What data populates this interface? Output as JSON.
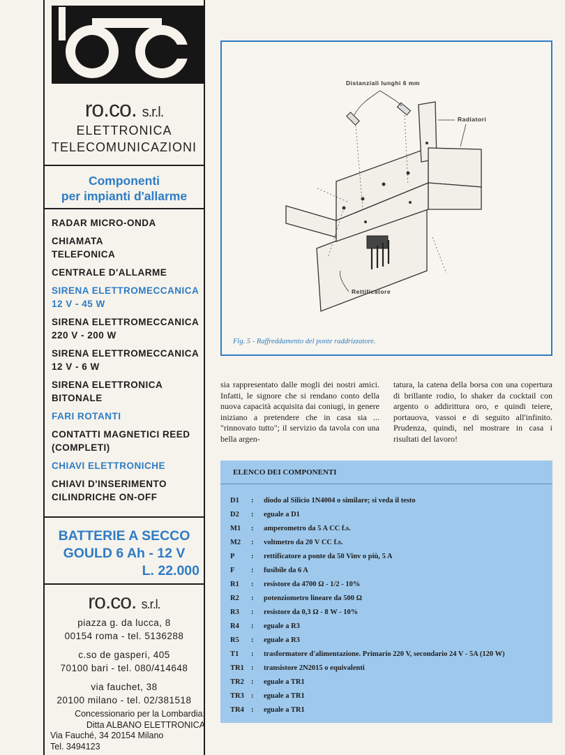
{
  "ad": {
    "brand": "ro.co.",
    "brand_suffix": "s.r.l.",
    "line1": "ELETTRONICA",
    "line2": "TELECOMUNICAZIONI",
    "components_l1": "Componenti",
    "components_l2": "per impianti d'allarme",
    "items": [
      "RADAR MICRO-ONDA",
      "CHIAMATA TELEFONICA",
      "CENTRALE D'ALLARME",
      "SIRENA ELETTROMECCANICA 12 V - 45 W",
      "SIRENA ELETTROMECCANICA 220 V - 200 W",
      "SIRENA ELETTROMECCANICA 12 V - 6 W",
      "SIRENA ELETTRONICA BITONALE",
      "FARI ROTANTI",
      "CONTATTI MAGNETICI REED (COMPLETI)",
      "CHIAVI ELETTRONICHE",
      "CHIAVI D'INSERIMENTO CILINDRICHE ON-OFF"
    ],
    "batt_l1": "BATTERIE A SECCO",
    "batt_l2": "GOULD 6 Ah - 12 V",
    "batt_l3": "L. 22.000",
    "addr": [
      "piazza g. da lucca, 8",
      "00154 roma - tel. 5136288",
      "c.so de gasperi, 405",
      "70100 bari - tel. 080/414648",
      "via fauchet, 38",
      "20100 milano - tel. 02/381518"
    ],
    "conc": [
      "Concessionario per la Lombardia:",
      "Ditta ALBANO ELETTRONICA",
      "Via Fauché, 34 20154 Milano",
      "Tel. 3494123"
    ]
  },
  "figure": {
    "label_spacers": "Distanziali lunghi 6 mm",
    "label_radiators": "Radiatori",
    "label_rectifier": "Rettificatore",
    "caption": "Fig. 5 - Raffreddamento del ponte raddrizzatore."
  },
  "text": {
    "col1": "sia rappresentato dalle mogli dei nostri amici. Infatti, le signore che si rendano conto della nuova capacità acquisita dai coniugi, in genere iniziano a pretendere che in casa sia ... \"rinnovato tutto\"; il servizio da tavola con una bella argen-",
    "col2": "tatura, la catena della borsa con una copertura di brillante rodio, lo shaker da cocktail con argento o addirittura oro, e quindi teiere, portauova, vassoi e di seguito all'infinito. Prudenza, quindi, nel mostrare in casa i risultati del lavoro!"
  },
  "table": {
    "title": "ELENCO DEI COMPONENTI",
    "rows": [
      {
        "code": "D1",
        "desc": "diodo al Silicio 1N4004 o similare; si veda il testo"
      },
      {
        "code": "D2",
        "desc": "eguale a D1"
      },
      {
        "code": "M1",
        "desc": "amperometro da 5 A CC f.s."
      },
      {
        "code": "M2",
        "desc": "voltmetro da 20 V CC f.s."
      },
      {
        "code": "P",
        "desc": "rettificatore a ponte da 50 Vinv o più, 5 A"
      },
      {
        "code": "F",
        "desc": "fusibile da 6 A"
      },
      {
        "code": "R1",
        "desc": "resistore da 4700 Ω - 1/2 - 10%"
      },
      {
        "code": "R2",
        "desc": "potenziometro lineare da 500 Ω"
      },
      {
        "code": "R3",
        "desc": "resistore da 0,3 Ω - 8 W - 10%"
      },
      {
        "code": "R4",
        "desc": "eguale a R3"
      },
      {
        "code": "R5",
        "desc": "eguale a R3"
      },
      {
        "code": "T1",
        "desc": "trasformatore d'alimentazione. Primario 220 V, secondario 24 V - 5A (120 W)"
      },
      {
        "code": "TR1",
        "desc": "transistore 2N2015 o equivalenti"
      },
      {
        "code": "TR2",
        "desc": "eguale a TR1"
      },
      {
        "code": "TR3",
        "desc": "eguale a TR1"
      },
      {
        "code": "TR4",
        "desc": "eguale a TR1"
      }
    ]
  }
}
